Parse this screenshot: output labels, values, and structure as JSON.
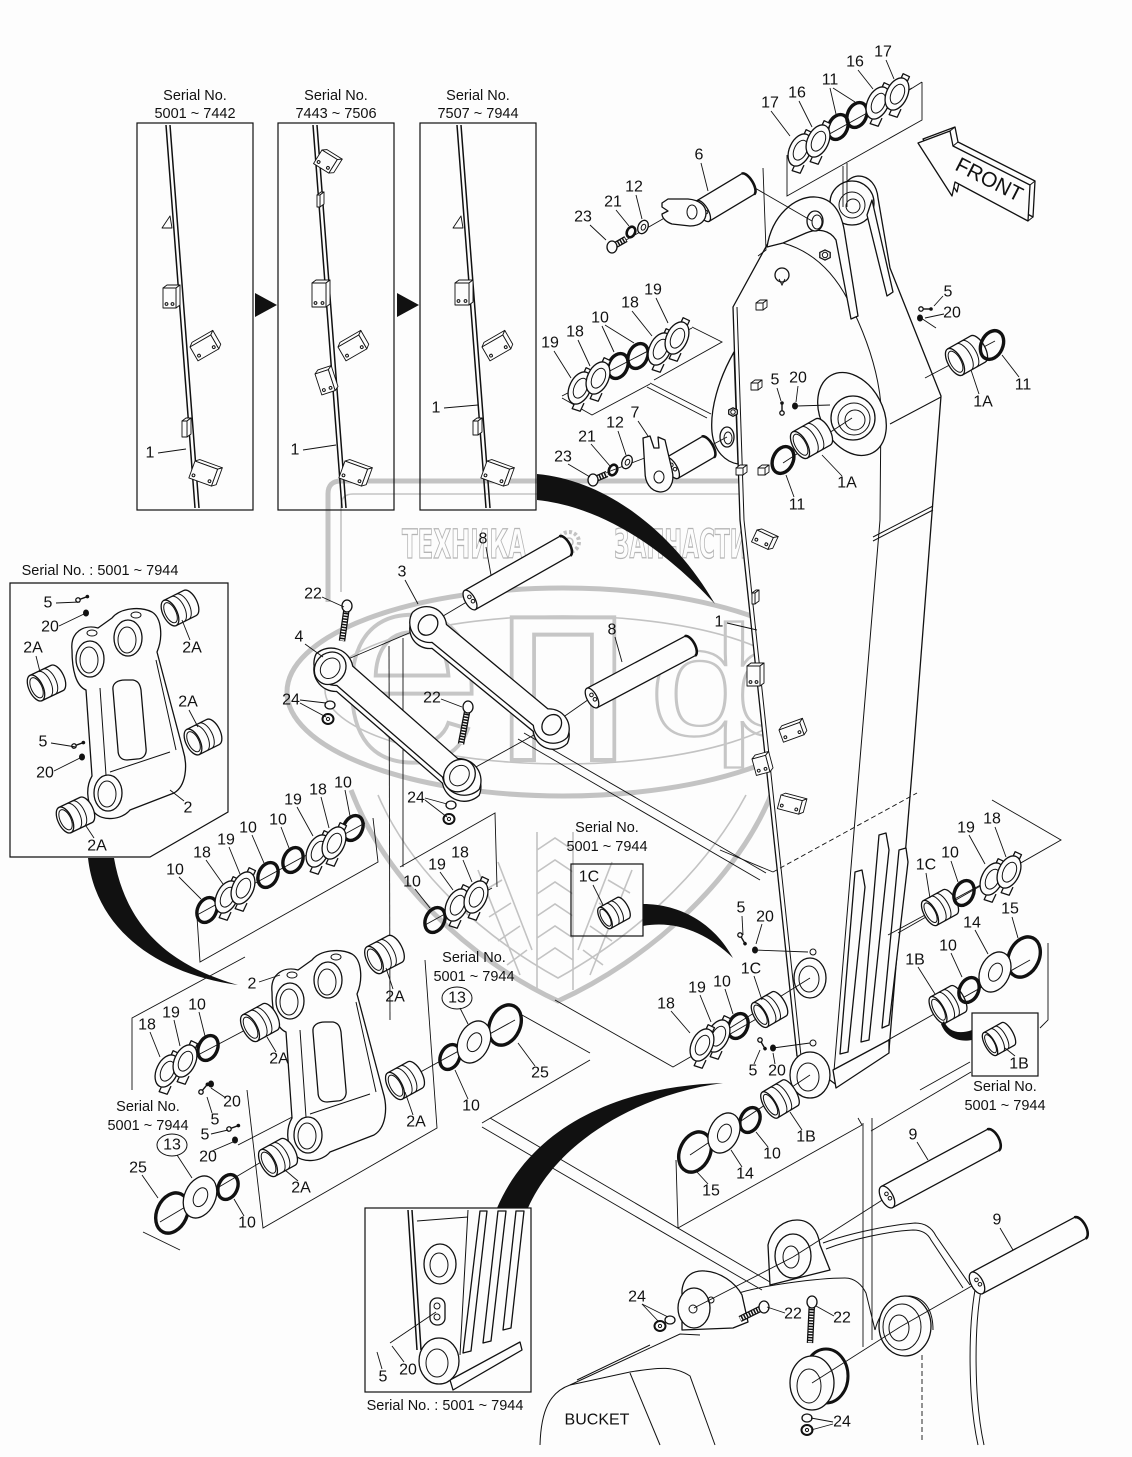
{
  "serial_panels": [
    {
      "header": "Serial No.",
      "range": "5001 ~ 7442",
      "callout": "1"
    },
    {
      "header": "Serial No.",
      "range": "7443 ~ 7506",
      "callout": "1"
    },
    {
      "header": "Serial No.",
      "range": "7507 ~ 7944",
      "callout": "1"
    }
  ],
  "labels": {
    "front": "FRONT",
    "bucket": "BUCKET"
  },
  "insets": {
    "link_assembly": {
      "caption": "Serial No. : 5001 ~ 7944",
      "callouts": [
        "5",
        "20",
        "2A",
        "2A",
        "2A",
        "5",
        "20",
        "2",
        "2A"
      ]
    },
    "bushing_1c": {
      "header": "Serial No.",
      "range": "5001 ~ 7944",
      "callout": "1C"
    },
    "bushing_1b": {
      "header": "Serial No.",
      "range": "5001 ~ 7944",
      "callout": "1B"
    },
    "arm_end": {
      "caption": "Serial No. : 5001 ~ 7944",
      "callouts": [
        "5",
        "20"
      ]
    }
  },
  "serial_notes": [
    {
      "header": "Serial No.",
      "range": "5001 ~ 7944",
      "callout": "13"
    },
    {
      "header": "Serial No.",
      "range": "5001 ~ 7944",
      "callout": "13"
    }
  ],
  "callouts": {
    "boom_pin_shims": [
      "17",
      "16",
      "11",
      "16",
      "17"
    ],
    "pin_6": [
      "6",
      "12",
      "21",
      "23"
    ],
    "arm_top": [
      "5",
      "20",
      "11",
      "1A"
    ],
    "upper_shims": [
      "19",
      "18",
      "10",
      "18",
      "19"
    ],
    "arm_boss": [
      "5",
      "20",
      "1A",
      "11"
    ],
    "pin_7": [
      "7",
      "12",
      "21",
      "23"
    ],
    "links": [
      "8",
      "3",
      "22",
      "4",
      "24",
      "8",
      "1",
      "22",
      "24"
    ],
    "link2_shims_left": [
      "10",
      "18",
      "19",
      "10",
      "10",
      "19",
      "18",
      "10"
    ],
    "link2_shims_right": [
      "10",
      "19",
      "18"
    ],
    "link2": [
      "2",
      "18",
      "19",
      "10",
      "2A",
      "2A",
      "2A",
      "2A",
      "20",
      "5",
      "5",
      "20",
      "25",
      "10",
      "25",
      "10"
    ],
    "arm_lower_right": [
      "1C",
      "10",
      "19",
      "18",
      "15",
      "14",
      "10",
      "1B"
    ],
    "arm_lower_left": [
      "5",
      "20",
      "1C",
      "10",
      "19",
      "18",
      "5",
      "20"
    ],
    "arm_bottom": [
      "1B",
      "10",
      "14",
      "15"
    ],
    "bucket_pins": [
      "9",
      "9"
    ],
    "bucket_linkage": [
      "24",
      "22",
      "22",
      "24"
    ]
  },
  "watermark": {
    "brand_left": "ТЕХНИКА",
    "brand_right": "ЗАПЧАСТИ",
    "monogram": [
      "е",
      "п",
      "ф"
    ]
  }
}
